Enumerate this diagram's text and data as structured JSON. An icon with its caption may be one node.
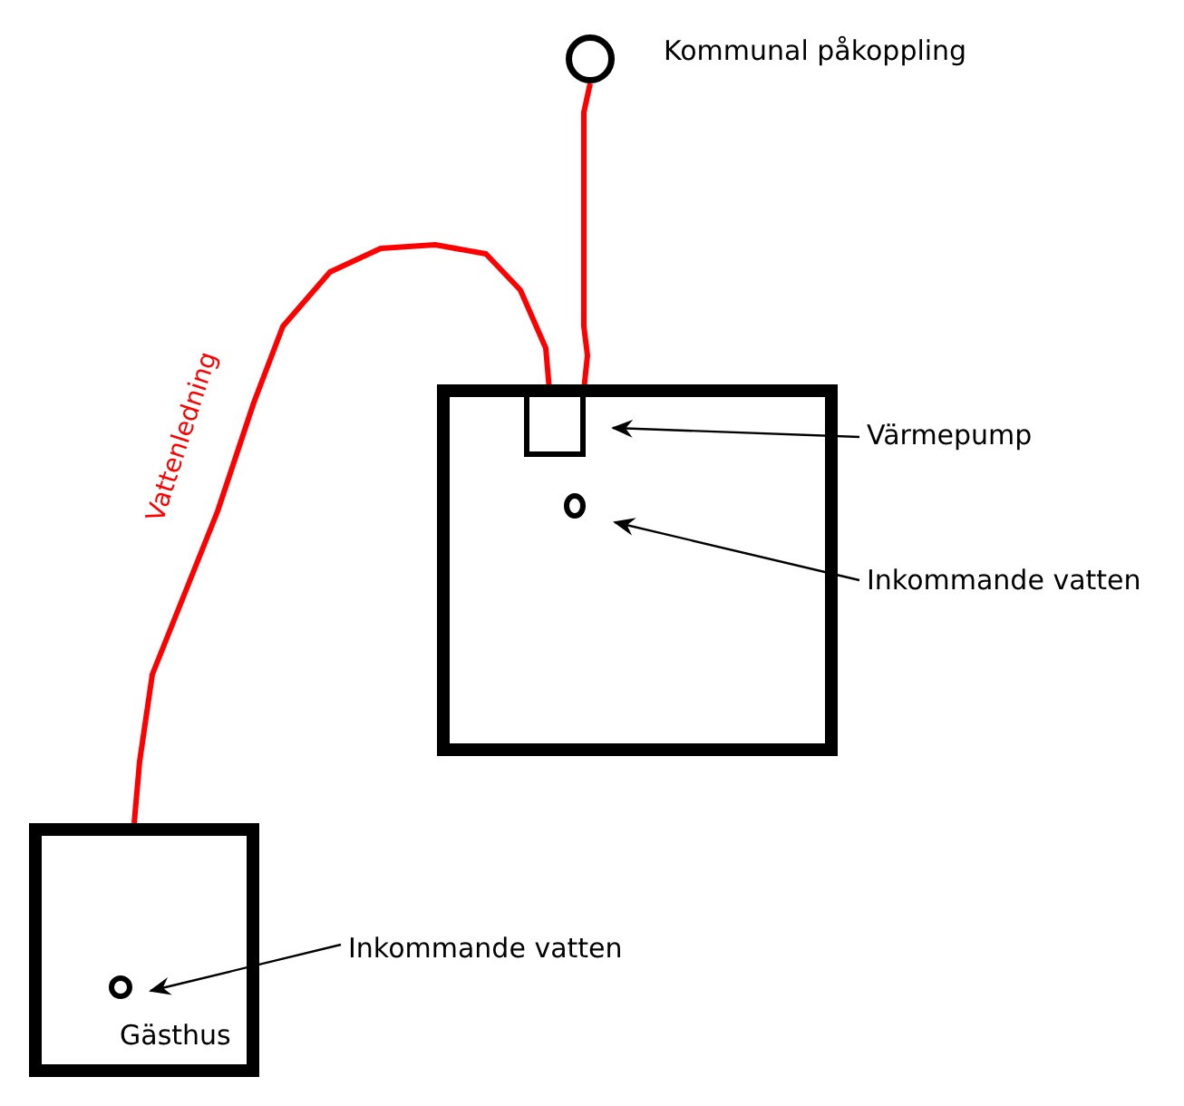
{
  "diagram": {
    "nodes": [
      {
        "text": [],
        "shape": "circle",
        "beside": [
          "Kommunal påkoppling"
        ]
      },
      {
        "text": [],
        "shape": "box"
      },
      {
        "text": [],
        "shape": "box",
        "in": 1
      },
      {
        "text": [],
        "shape": "circle",
        "in": 1
      },
      {
        "text": [
          "Gästhus"
        ]
      },
      {
        "text": [],
        "shape": "circle",
        "in": 4
      },
      {
        "text": [
          "Värmepump"
        ]
      },
      {
        "text": [
          "Inkommande vatten"
        ]
      },
      {
        "text": [
          "Inkommande vatten"
        ]
      }
    ],
    "edges": [
      {
        "from": 0,
        "to": 2,
        "arrow": "none",
        "style": "thick",
        "color": "#ff0000"
      },
      {
        "from": 2,
        "to": 4,
        "arrow": "none",
        "label": "Vattenledning",
        "style": "thick",
        "color": "#ff0000"
      },
      {
        "from": 6,
        "to": 2,
        "arrow": "to"
      },
      {
        "from": 7,
        "to": 3,
        "arrow": "to"
      },
      {
        "from": 8,
        "to": 5,
        "arrow": "to"
      }
    ]
  }
}
